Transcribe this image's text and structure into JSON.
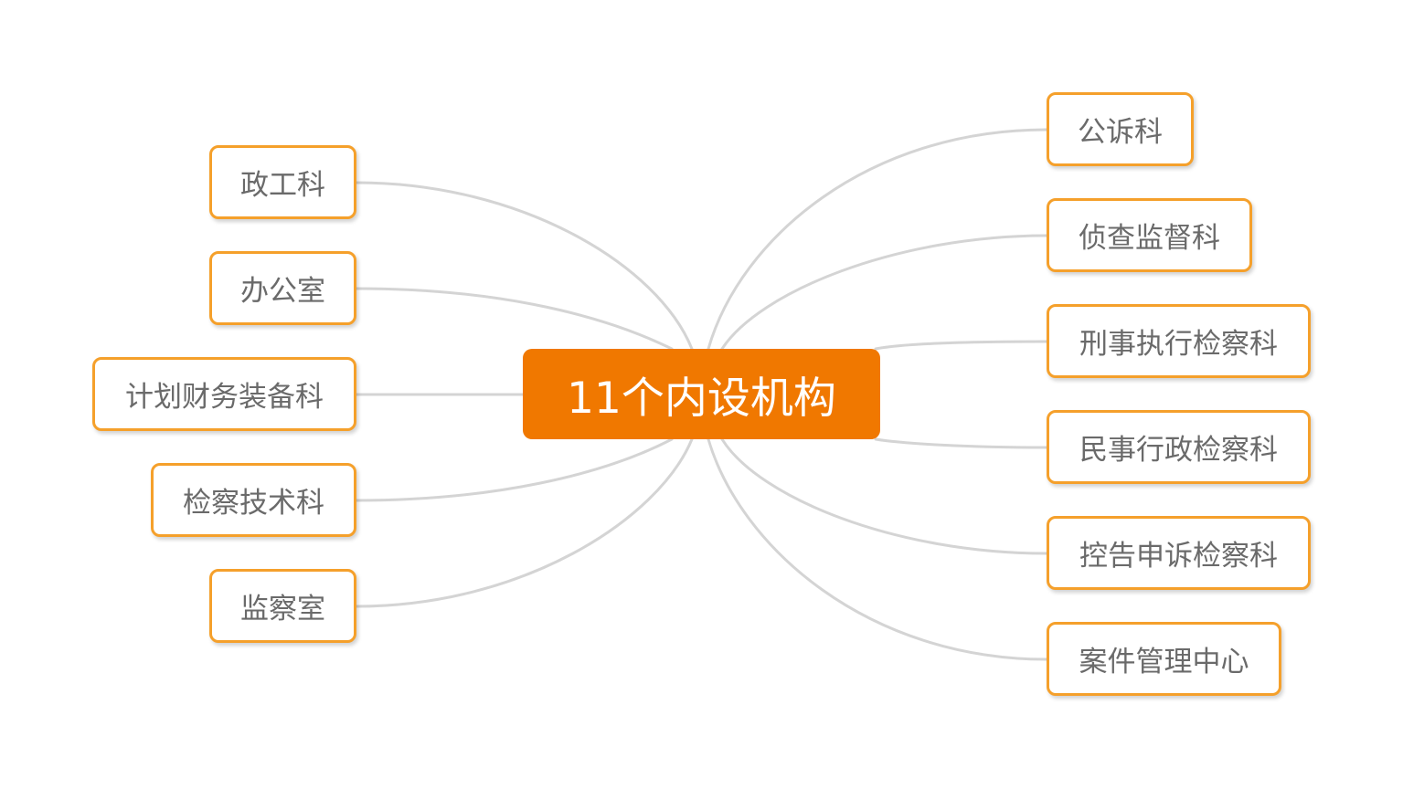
{
  "center": {
    "label": "11个内设机构",
    "color": "#f07800"
  },
  "left_nodes": [
    {
      "label": "政工科"
    },
    {
      "label": "办公室"
    },
    {
      "label": "计划财务装备科"
    },
    {
      "label": "检察技术科"
    },
    {
      "label": "监察室"
    }
  ],
  "right_nodes": [
    {
      "label": "公诉科"
    },
    {
      "label": "侦查监督科"
    },
    {
      "label": "刑事执行检察科"
    },
    {
      "label": "民事行政检察科"
    },
    {
      "label": "控告申诉检察科"
    },
    {
      "label": "案件管理中心"
    }
  ],
  "colors": {
    "node_border": "#f5a02b",
    "connector": "#d4d4d4",
    "node_text": "#6a6a6a"
  }
}
